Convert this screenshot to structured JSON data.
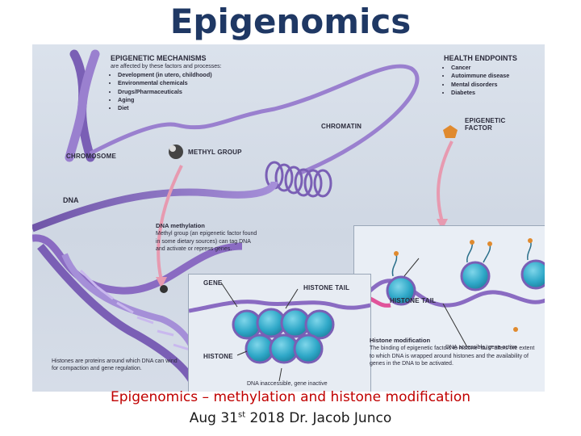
{
  "title": "Epigenomics",
  "figure": {
    "mechanisms": {
      "heading": "EPIGENETIC MECHANISMS",
      "subheading": "are affected by these factors and processes:",
      "items": [
        "Development (in utero, childhood)",
        "Environmental chemicals",
        "Drugs/Pharmaceuticals",
        "Aging",
        "Diet"
      ]
    },
    "health": {
      "heading": "HEALTH ENDPOINTS",
      "items": [
        "Cancer",
        "Autoimmune disease",
        "Mental disorders",
        "Diabetes"
      ]
    },
    "labels": {
      "chromosome": "CHROMOSOME",
      "chromatin": "CHROMATIN",
      "methyl_group": "METHYL GROUP",
      "dna": "DNA",
      "epigenetic_factor": "EPIGENETIC FACTOR",
      "histone_tail_right": "HISTONE TAIL",
      "gene": "GENE",
      "histone_tail_mid": "HISTONE TAIL",
      "histone": "HISTONE",
      "dna_accessible": "DNA accessible, gene active",
      "dna_inaccessible": "DNA inaccessible, gene inactive"
    },
    "dna_methylation": {
      "heading": "DNA methylation",
      "text": "Methyl group (an epigenetic factor found in some dietary sources) can tag DNA and activate or repress genes."
    },
    "histones_note": "Histones are proteins around which DNA can wind for compaction and gene regulation.",
    "histone_modification": {
      "heading": "Histone modification",
      "text": "The binding of epigenetic factors to histone “tails” alters the extent to which DNA is wrapped around histones and the availability of genes in the DNA to be activated."
    }
  },
  "caption": {
    "line1": "Epigenomics – methylation and histone modification",
    "line2_pre": "Aug 31",
    "line2_sup": "st",
    "line2_post": " 2018 Dr. Jacob Junco"
  },
  "colors": {
    "title": "#1f3864",
    "caption_red": "#c00000",
    "dna_purple": "#8a6bc2",
    "histone_teal": "#2fa8c8",
    "arrow_pink": "#e79ab0"
  }
}
